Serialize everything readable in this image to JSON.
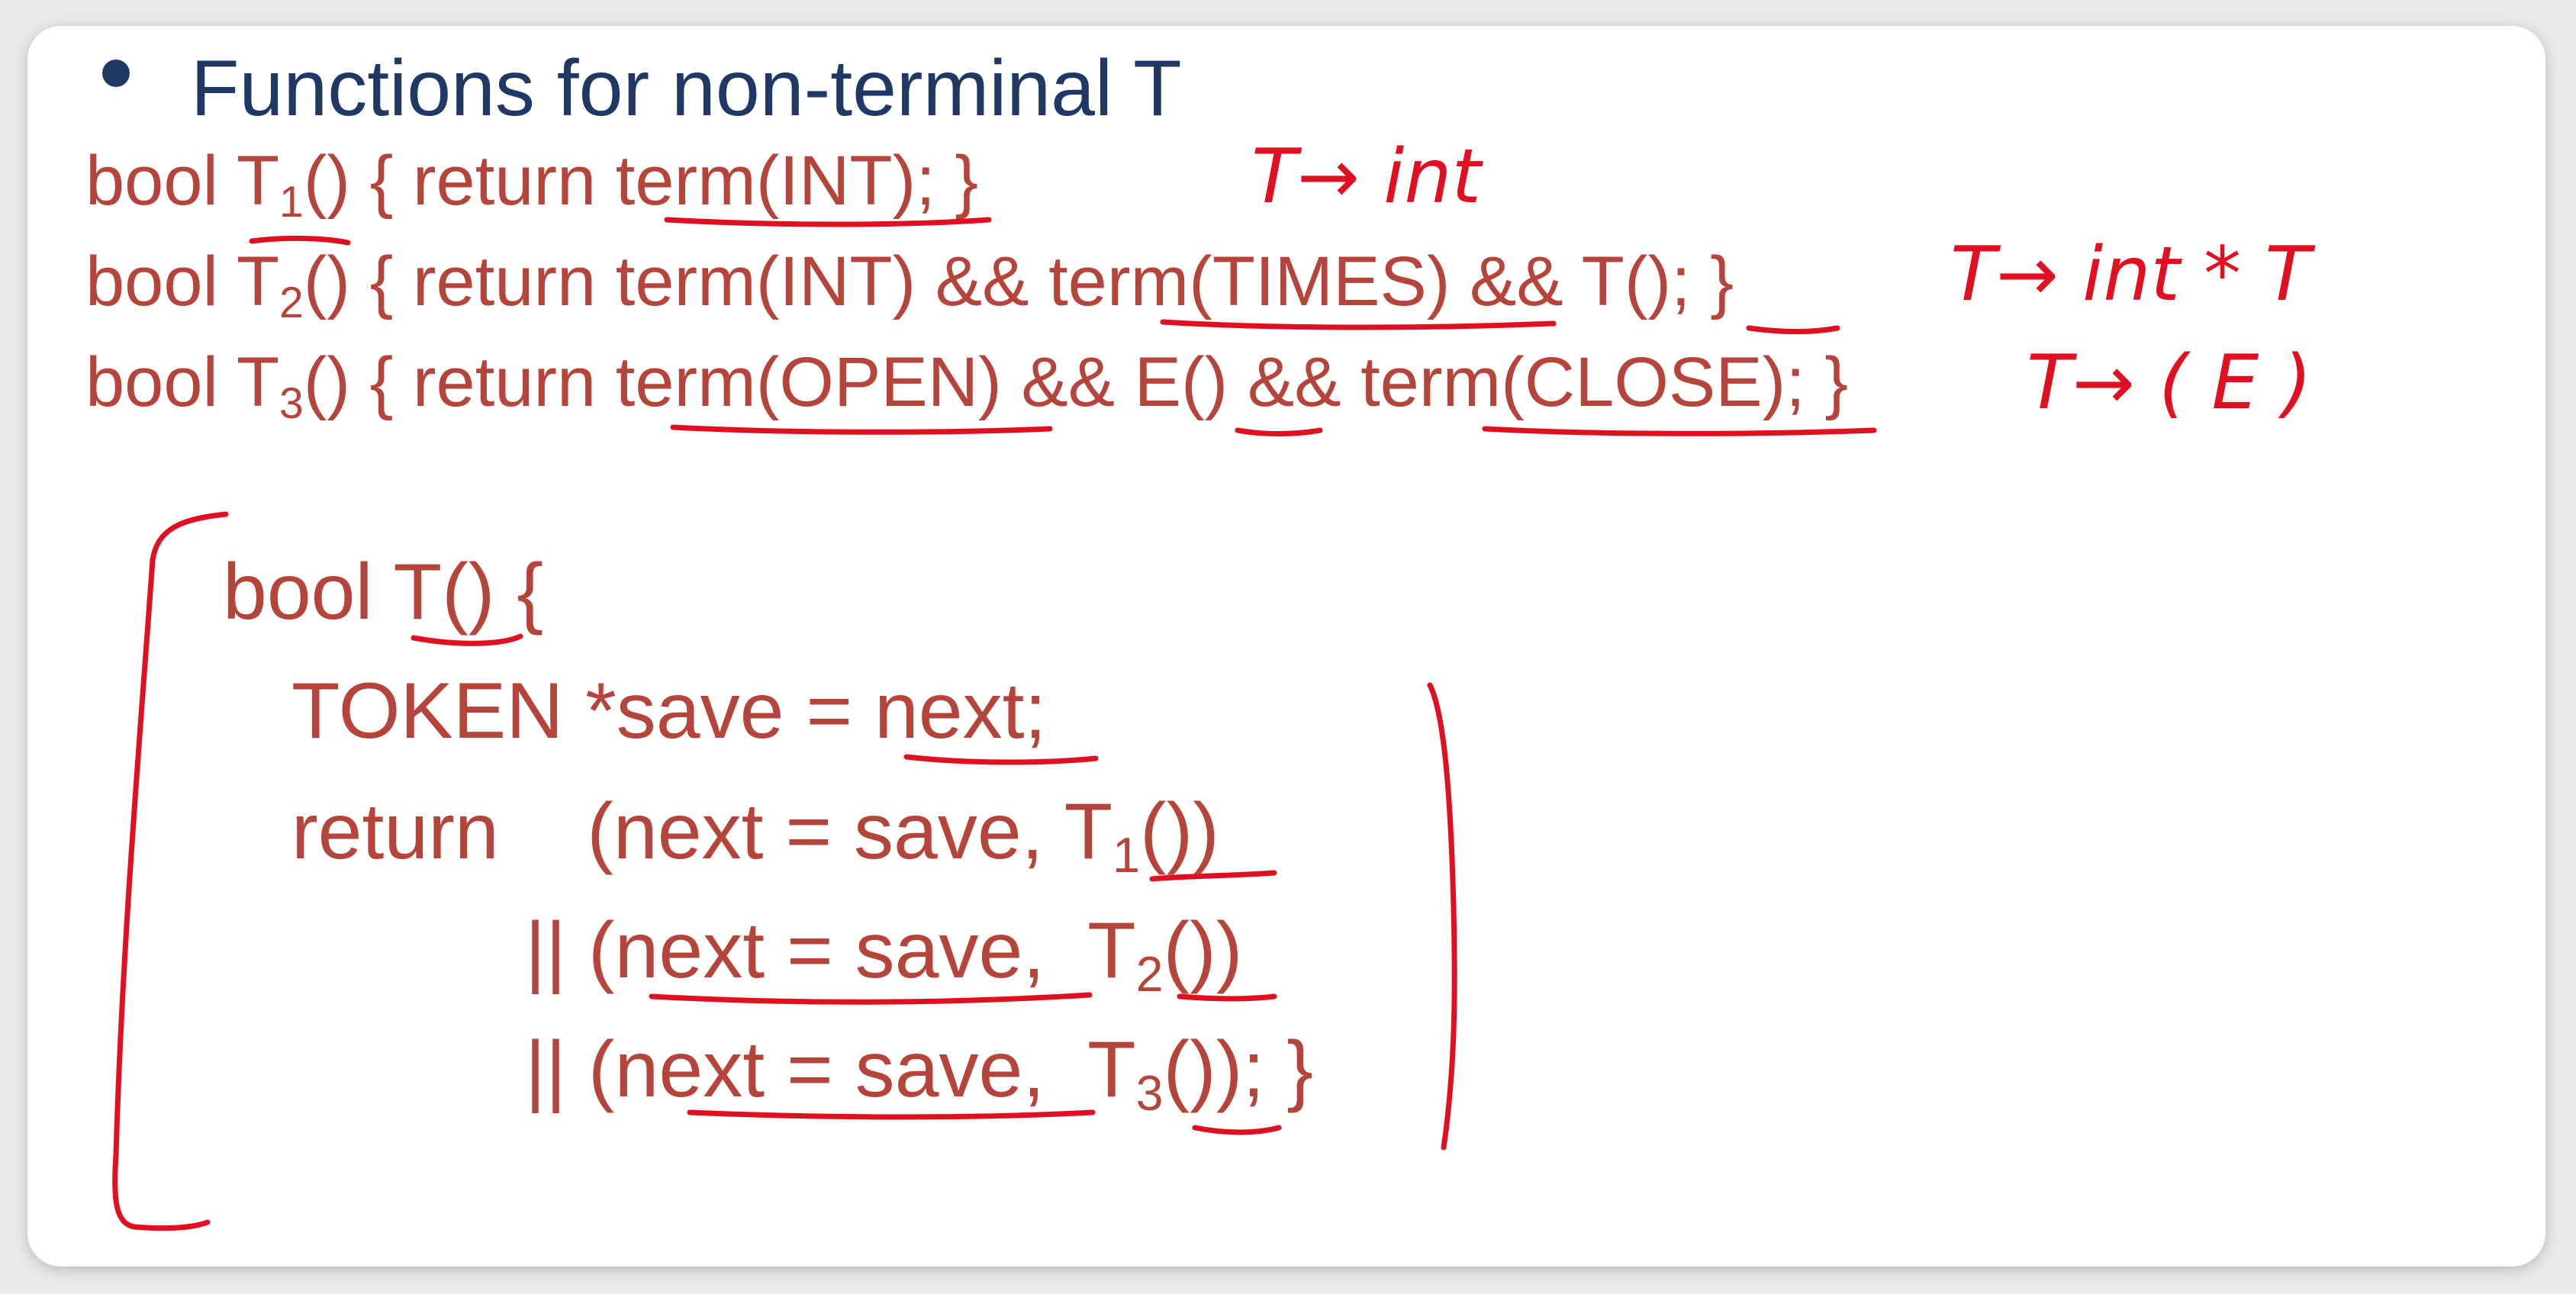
{
  "slide": {
    "title": "Functions for non-terminal T"
  },
  "top_functions": [
    {
      "prefix": "bool T",
      "sub": "1",
      "suffix": "() { return term(INT); }"
    },
    {
      "prefix": "bool T",
      "sub": "2",
      "suffix": "() { return term(INT) && term(TIMES) && T(); }"
    },
    {
      "prefix": "bool T",
      "sub": "3",
      "suffix": "() { return term(OPEN) && E() && term(CLOSE); }"
    }
  ],
  "annotations": {
    "t1_rule": "T→ int",
    "t2_rule": "T→ int * T",
    "t3_rule": "T→ ( E )"
  },
  "main_function": {
    "line1": "bool T() {",
    "line2": "TOKEN *save = next;",
    "line3_prefix": "return    (next = save, T",
    "line3_sub": "1",
    "line3_suffix": "())",
    "line4_prefix": "|| (next = save,  T",
    "line4_sub": "2",
    "line4_suffix": "())",
    "line5_prefix": "|| (next = save,  T",
    "line5_sub": "3",
    "line5_suffix": "()); }"
  },
  "colors": {
    "title": "#1f3864",
    "code": "#b5443a",
    "ink": "#e01020"
  }
}
